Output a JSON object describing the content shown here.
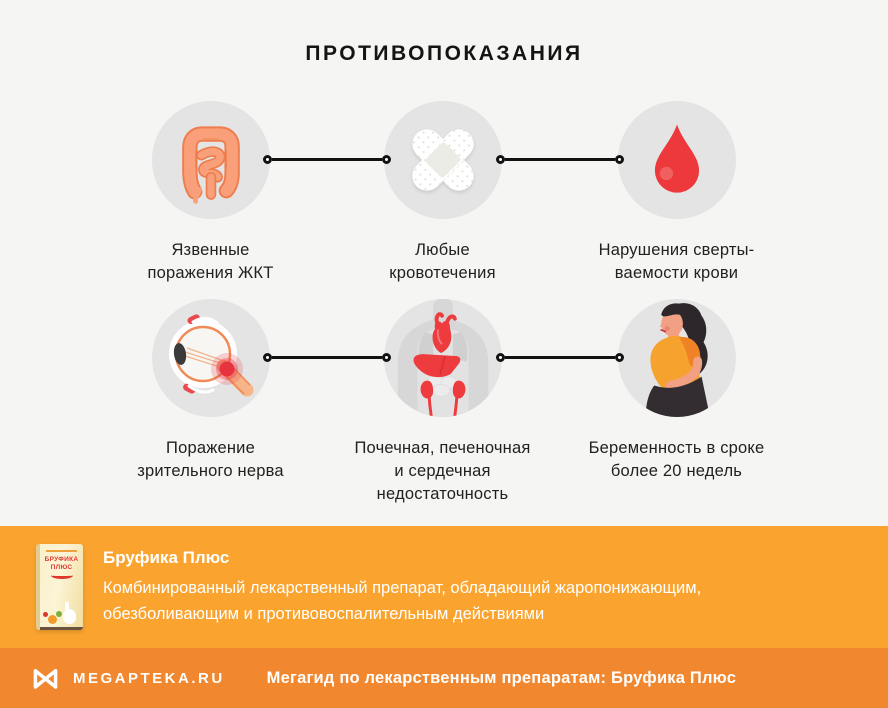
{
  "title": "ПРОТИВОПОКАЗАНИЯ",
  "items": [
    {
      "id": "gi-ulcers",
      "icon": "intestines-icon",
      "label": "Язвенные\nпоражения ЖКТ"
    },
    {
      "id": "bleeding",
      "icon": "bandages-icon",
      "label": "Любые\nкровотечения"
    },
    {
      "id": "clotting",
      "icon": "blood-drop-icon",
      "label": "Нарушения сверты-\nваемости крови"
    },
    {
      "id": "optic-nerve",
      "icon": "eye-icon",
      "label": "Поражение\nзрительного нерва"
    },
    {
      "id": "organ-failure",
      "icon": "organs-icon",
      "label": "Почечная, печеночная\nи сердечная\nнедостаточность"
    },
    {
      "id": "pregnancy",
      "icon": "pregnant-woman-icon",
      "label": "Беременность в сроке\nболее 20 недель"
    }
  ],
  "product": {
    "name": "Бруфика Плюс",
    "description": "Комбинированный лекарственный препарат, обладающий жаропонижающим,\nобезболивающим и противовоспалительным действиями",
    "package_text": "БРУФИКА\nПЛЮС"
  },
  "footer": {
    "brand": "MEGAPTEKA.RU",
    "text": "Мегагид по лекарственным препаратам: Бруфика Плюс"
  },
  "colors": {
    "background": "#F5F5F3",
    "circle_gray": "#E4E4E4",
    "band_orange": "#FAA42F",
    "footer_orange": "#F1872E",
    "accent_red": "#EE3B3E",
    "intestine_orange": "#F9A07A",
    "connector_black": "#121212",
    "text_dark": "#212121"
  }
}
